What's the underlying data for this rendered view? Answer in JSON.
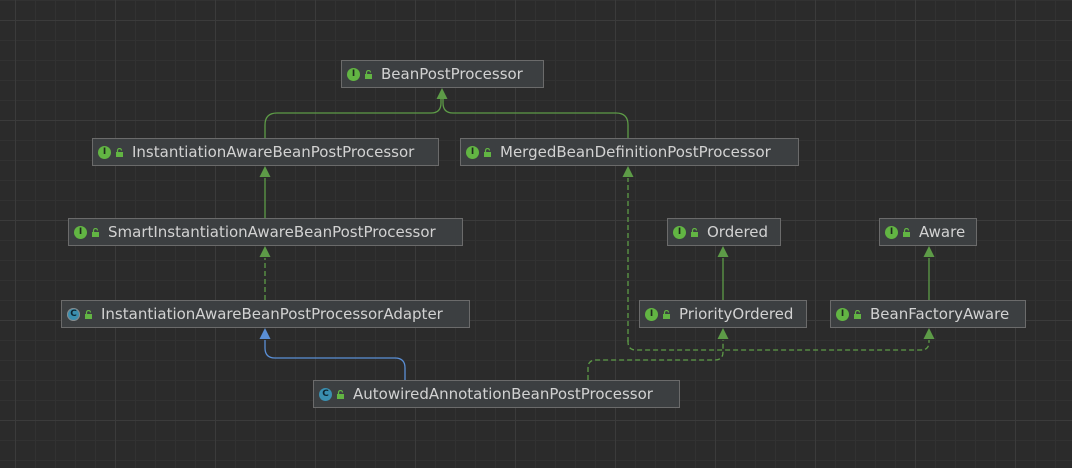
{
  "diagram": {
    "nodes": [
      {
        "id": "bpp",
        "label": "BeanPostProcessor",
        "kind": "interface"
      },
      {
        "id": "iabpp",
        "label": "InstantiationAwareBeanPostProcessor",
        "kind": "interface"
      },
      {
        "id": "mbdpp",
        "label": "MergedBeanDefinitionPostProcessor",
        "kind": "interface"
      },
      {
        "id": "siabpp",
        "label": "SmartInstantiationAwareBeanPostProcessor",
        "kind": "interface"
      },
      {
        "id": "ordered",
        "label": "Ordered",
        "kind": "interface"
      },
      {
        "id": "aware",
        "label": "Aware",
        "kind": "interface"
      },
      {
        "id": "iabppa",
        "label": "InstantiationAwareBeanPostProcessorAdapter",
        "kind": "abstract-class"
      },
      {
        "id": "po",
        "label": "PriorityOrdered",
        "kind": "interface"
      },
      {
        "id": "bfa",
        "label": "BeanFactoryAware",
        "kind": "interface"
      },
      {
        "id": "aabpp",
        "label": "AutowiredAnnotationBeanPostProcessor",
        "kind": "class"
      }
    ],
    "edges": [
      {
        "from": "iabpp",
        "to": "bpp",
        "type": "extends"
      },
      {
        "from": "mbdpp",
        "to": "bpp",
        "type": "extends"
      },
      {
        "from": "siabpp",
        "to": "iabpp",
        "type": "extends"
      },
      {
        "from": "iabppa",
        "to": "siabpp",
        "type": "implements"
      },
      {
        "from": "po",
        "to": "ordered",
        "type": "extends"
      },
      {
        "from": "bfa",
        "to": "aware",
        "type": "extends"
      },
      {
        "from": "aabpp",
        "to": "iabppa",
        "type": "class-extends"
      },
      {
        "from": "aabpp",
        "to": "mbdpp",
        "type": "implements"
      },
      {
        "from": "aabpp",
        "to": "po",
        "type": "implements"
      },
      {
        "from": "aabpp",
        "to": "bfa",
        "type": "implements"
      }
    ],
    "colors": {
      "interface_edge": "#5d9b47",
      "class_edge": "#5a8fd6",
      "node_fill": "#3c3f41",
      "node_border": "#6b6b6b",
      "text": "#d2d2d2"
    }
  }
}
